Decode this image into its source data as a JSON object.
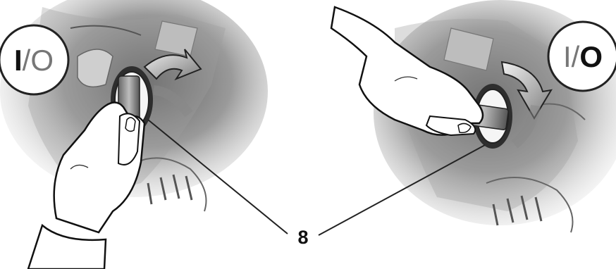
{
  "left_badge": {
    "on": "I",
    "sep": "/",
    "off": "O",
    "active": "on",
    "icon": "power-on-symbol"
  },
  "right_badge": {
    "on": "I",
    "sep": "/",
    "off": "O",
    "active": "off",
    "icon": "power-off-symbol"
  },
  "callout": {
    "number": "8"
  },
  "colors": {
    "panel_gradient_dark": "#8f8f8f",
    "panel_light": "#f4f4f4",
    "outline": "#222222"
  }
}
